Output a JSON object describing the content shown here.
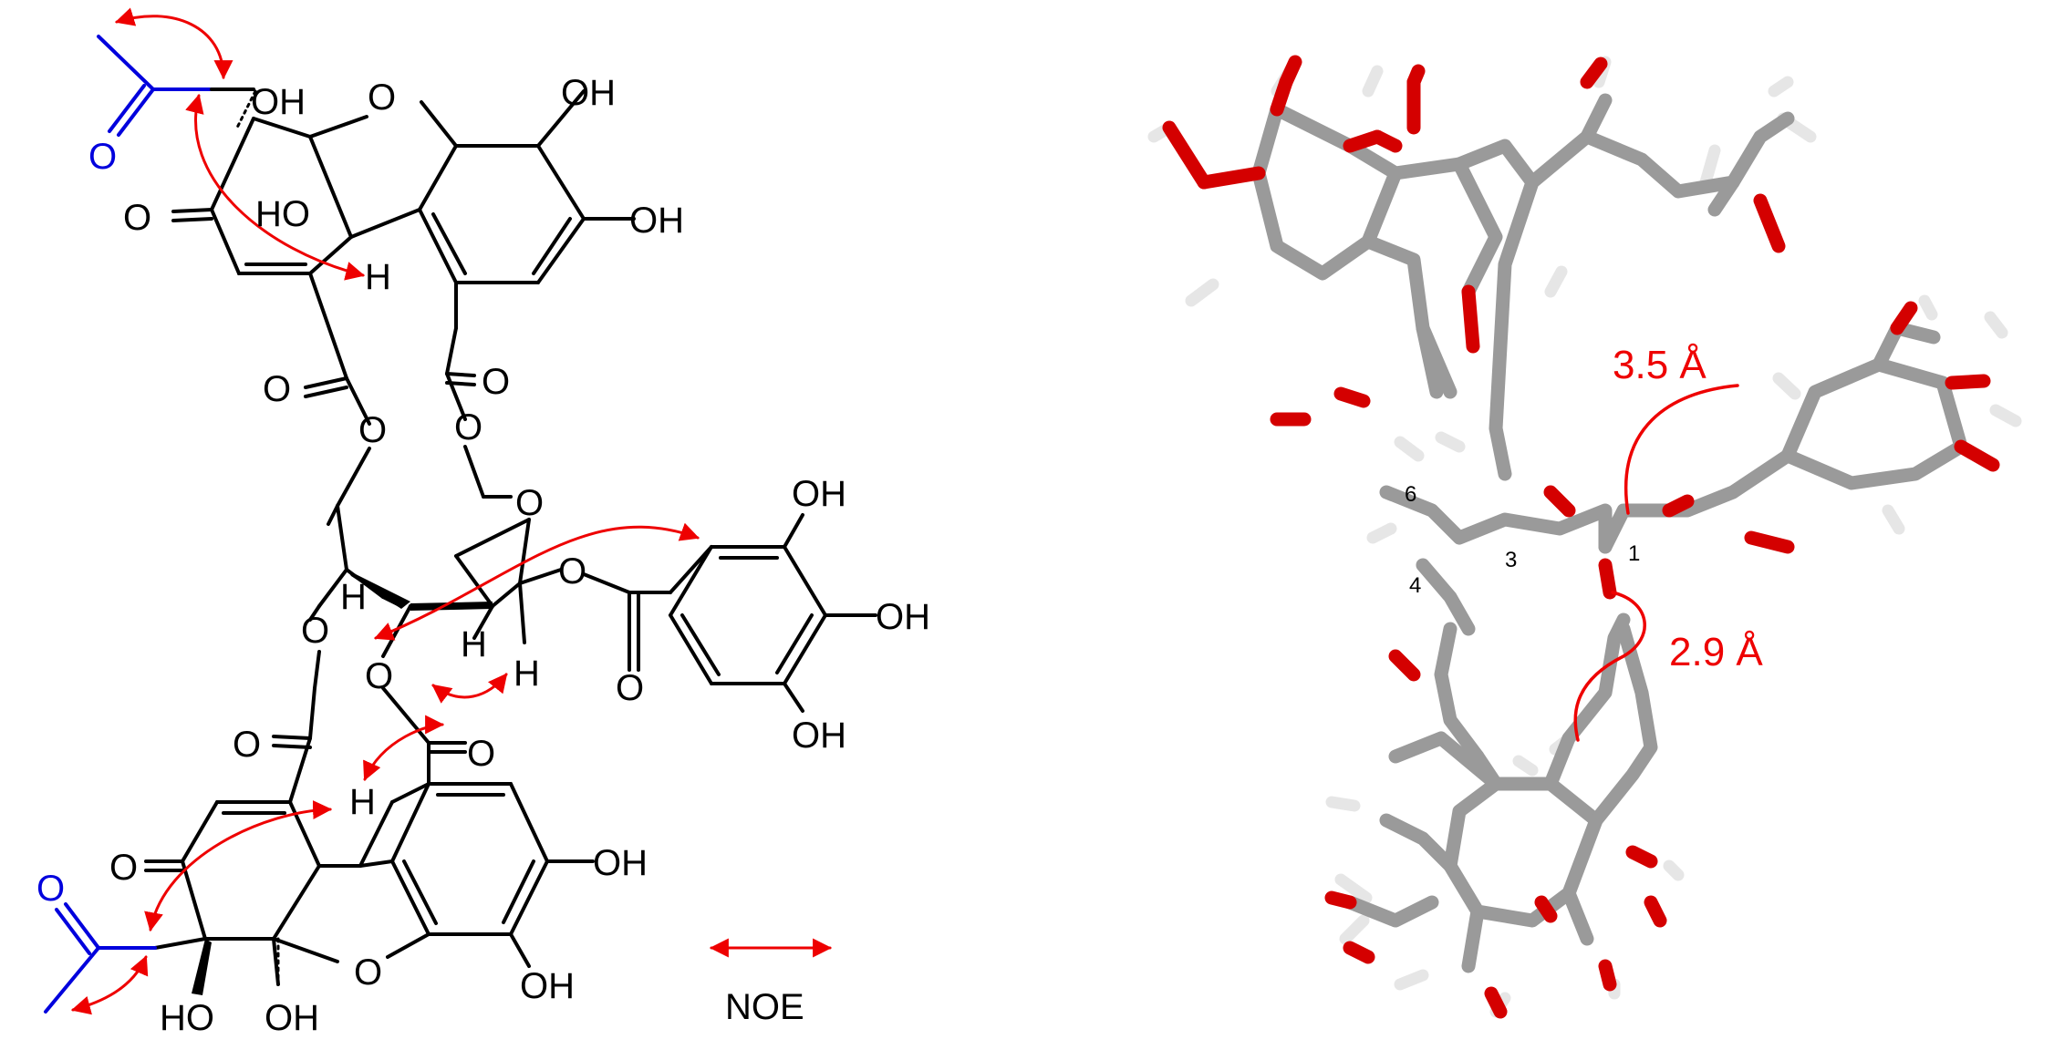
{
  "labels": {
    "oh": "OH",
    "ho": "HO",
    "o": "O",
    "h": "H",
    "noe": "NOE"
  },
  "measurements": {
    "d1": "3.5  Å",
    "d2": "2.9  Å"
  },
  "carbon_numbers": {
    "c1": "1",
    "c3": "3",
    "c4": "4",
    "c6": "6"
  },
  "colors": {
    "bond": "#000000",
    "acetyl": "#0000dd",
    "noe_arrow": "#ee0000",
    "carbon_stick": "#9a9a9a",
    "oxygen_stick": "#d40000",
    "hydrogen_stick": "#e6e6e6"
  }
}
